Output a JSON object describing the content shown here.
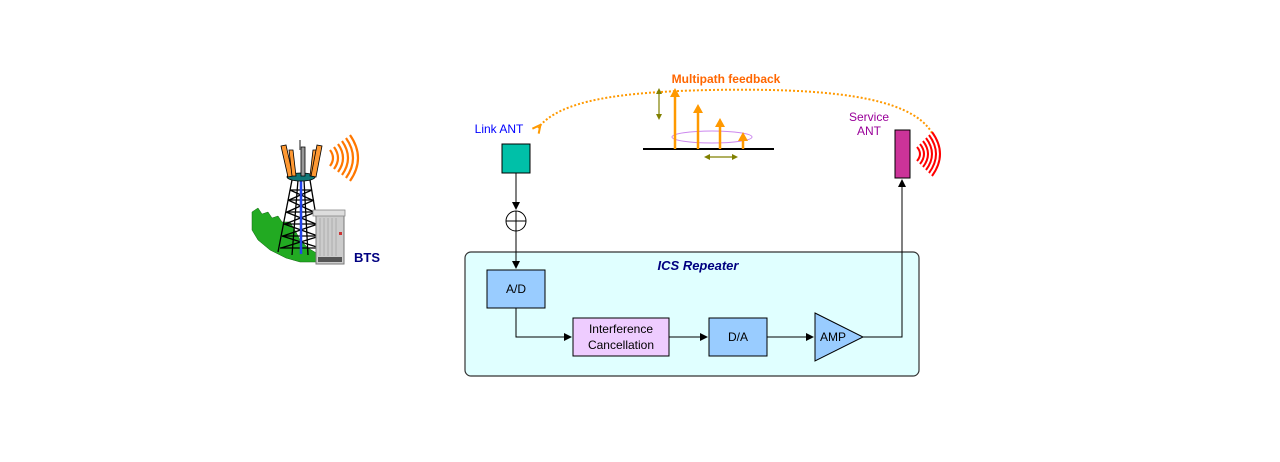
{
  "diagram": {
    "title": "ICS Repeater",
    "bts_label": "BTS",
    "link_ant_label": "Link ANT",
    "service_ant_label": [
      "Service",
      "ANT"
    ],
    "feedback_label": "Multipath feedback",
    "blocks": {
      "ad": "A/D",
      "ic": [
        "Interference",
        "Cancellation"
      ],
      "da": "D/A",
      "amp": "AMP"
    },
    "colors": {
      "repeater_bg": "#e0ffff",
      "block_blue": "#99ccff",
      "block_pink": "#eeccff",
      "link_ant": "#00c0a8",
      "service_ant": "#cc3399",
      "feedback": "#ff9900",
      "feedback_text": "#ff6600",
      "title_text": "#000080",
      "link_text": "#0000ff",
      "service_text": "#990099"
    }
  }
}
